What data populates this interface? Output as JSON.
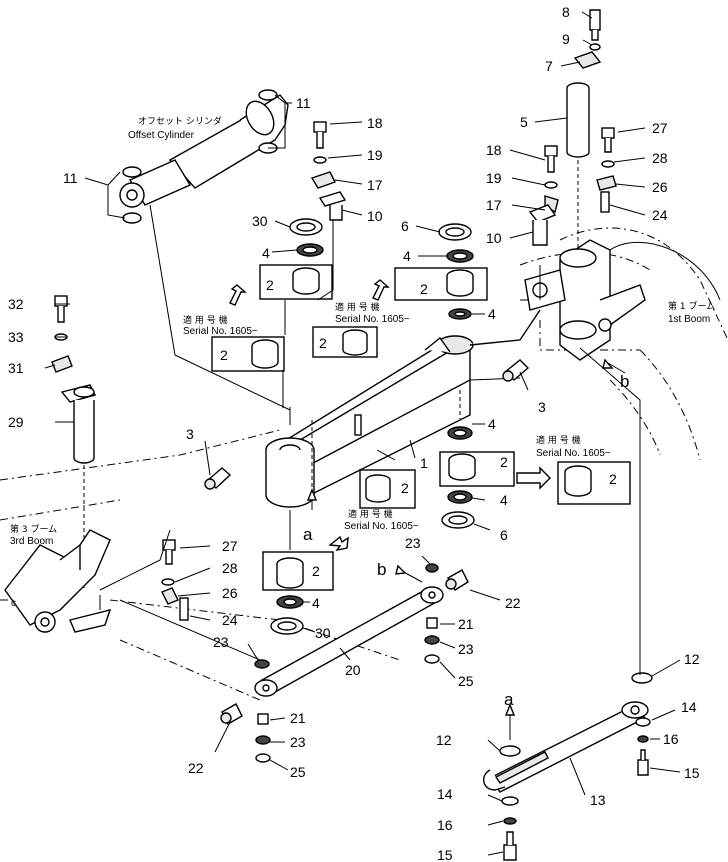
{
  "callouts": {
    "n1": "1",
    "n2": "2",
    "n3": "3",
    "n4": "4",
    "n5": "5",
    "n6": "6",
    "n7": "7",
    "n8": "8",
    "n9": "9",
    "n10": "10",
    "n11": "11",
    "n12": "12",
    "n13": "13",
    "n14": "14",
    "n15": "15",
    "n16": "16",
    "n17": "17",
    "n18": "18",
    "n19": "19",
    "n20": "20",
    "n21": "21",
    "n22": "22",
    "n23": "23",
    "n24": "24",
    "n25": "25",
    "n26": "26",
    "n27": "27",
    "n28": "28",
    "n29": "29",
    "n30": "30",
    "n31": "31",
    "n32": "32",
    "n33": "33"
  },
  "labels": {
    "offset_cylinder_jp": "オフセット シリンダ",
    "offset_cylinder_en": "Offset Cylinder",
    "applicable_jp": "適 用 号 機",
    "serial": "Serial No. 1605~",
    "serial_b": "Serial No. 1605~",
    "serial_c": "Serial No. 1605~",
    "serial_d": "Serial No. 1605~",
    "boom1_jp": "第 1 ブーム",
    "boom1_en": "1st Boom",
    "boom3_jp": "第 3 ブーム",
    "boom3_en": "3rd Boom",
    "view_a": "a",
    "view_b": "b",
    "view_c": "c"
  }
}
